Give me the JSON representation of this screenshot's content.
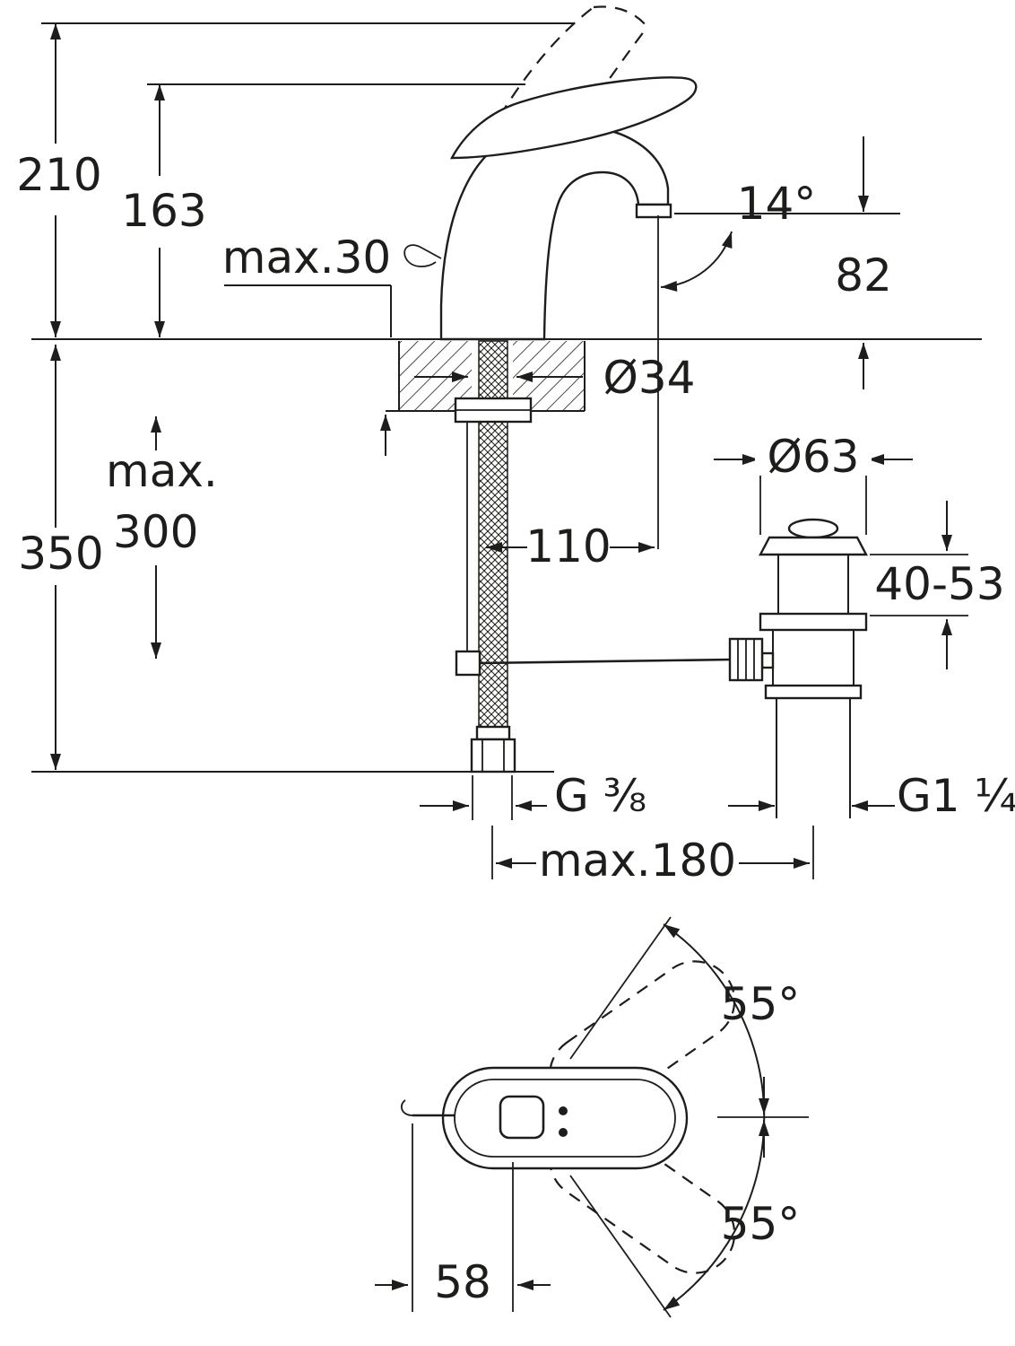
{
  "drawing": {
    "kind": "faucet installation dimension diagram",
    "line_color": "#1d1d1b",
    "background": "#ffffff"
  },
  "dims": {
    "d210": "210",
    "d163": "163",
    "maxdeck": "max.30",
    "angle14": "14°",
    "d82": "82",
    "dia34": "Ø34",
    "max_word": "max.",
    "max_value": "300",
    "d350": "350",
    "dia63": "Ø63",
    "d110": "110",
    "d4053": "40-53",
    "g38": "G ³⁄₈",
    "g114": "G1 ¹⁄₄",
    "max180": "max.180",
    "swivel_top": "55°",
    "swivel_bottom": "55°",
    "d58": "58"
  }
}
